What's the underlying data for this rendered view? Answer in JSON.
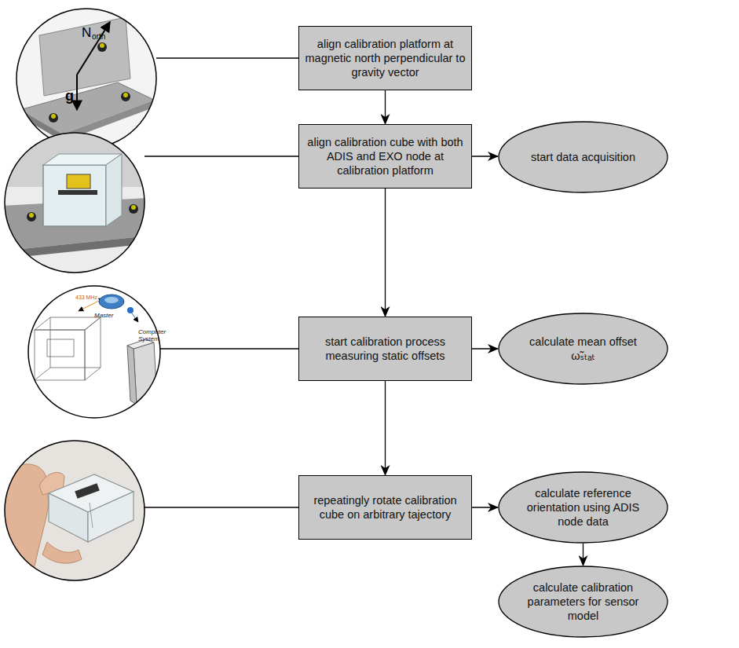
{
  "diagram": {
    "nodes": [
      {
        "text": [
          "align calibration platform at magnetic north perpendicular to gravity vector"
        ]
      },
      {
        "text": [
          "align calibration cube with both ADIS and EXO node at calibration platform"
        ]
      },
      {
        "text": [
          "start calibration process measuring static offsets"
        ]
      },
      {
        "text": [
          "repeatingly rotate calibration cube on arbitrary tajectory"
        ]
      },
      {
        "text": [
          "start data acquisition"
        ]
      },
      {
        "text": [
          "calculate mean offset ω̃ₛₜₐₜ"
        ]
      },
      {
        "text": [
          "calculate reference orientation using ADIS node data"
        ]
      },
      {
        "text": [
          "calculate calibration parameters for sensor model"
        ]
      }
    ],
    "edges": [
      {
        "from": 0,
        "to": 1,
        "arrow": "to"
      },
      {
        "from": 1,
        "to": 2,
        "arrow": "to"
      },
      {
        "from": 2,
        "to": 3,
        "arrow": "to"
      },
      {
        "from": 1,
        "to": 4,
        "arrow": "to"
      },
      {
        "from": 2,
        "to": 5,
        "arrow": "to"
      },
      {
        "from": 3,
        "to": 6,
        "arrow": "to"
      },
      {
        "from": 6,
        "to": 7,
        "arrow": "to"
      }
    ],
    "labels": [
      "N",
      "orth",
      "g",
      "433 MHz",
      "Master",
      "Computer System"
    ]
  }
}
